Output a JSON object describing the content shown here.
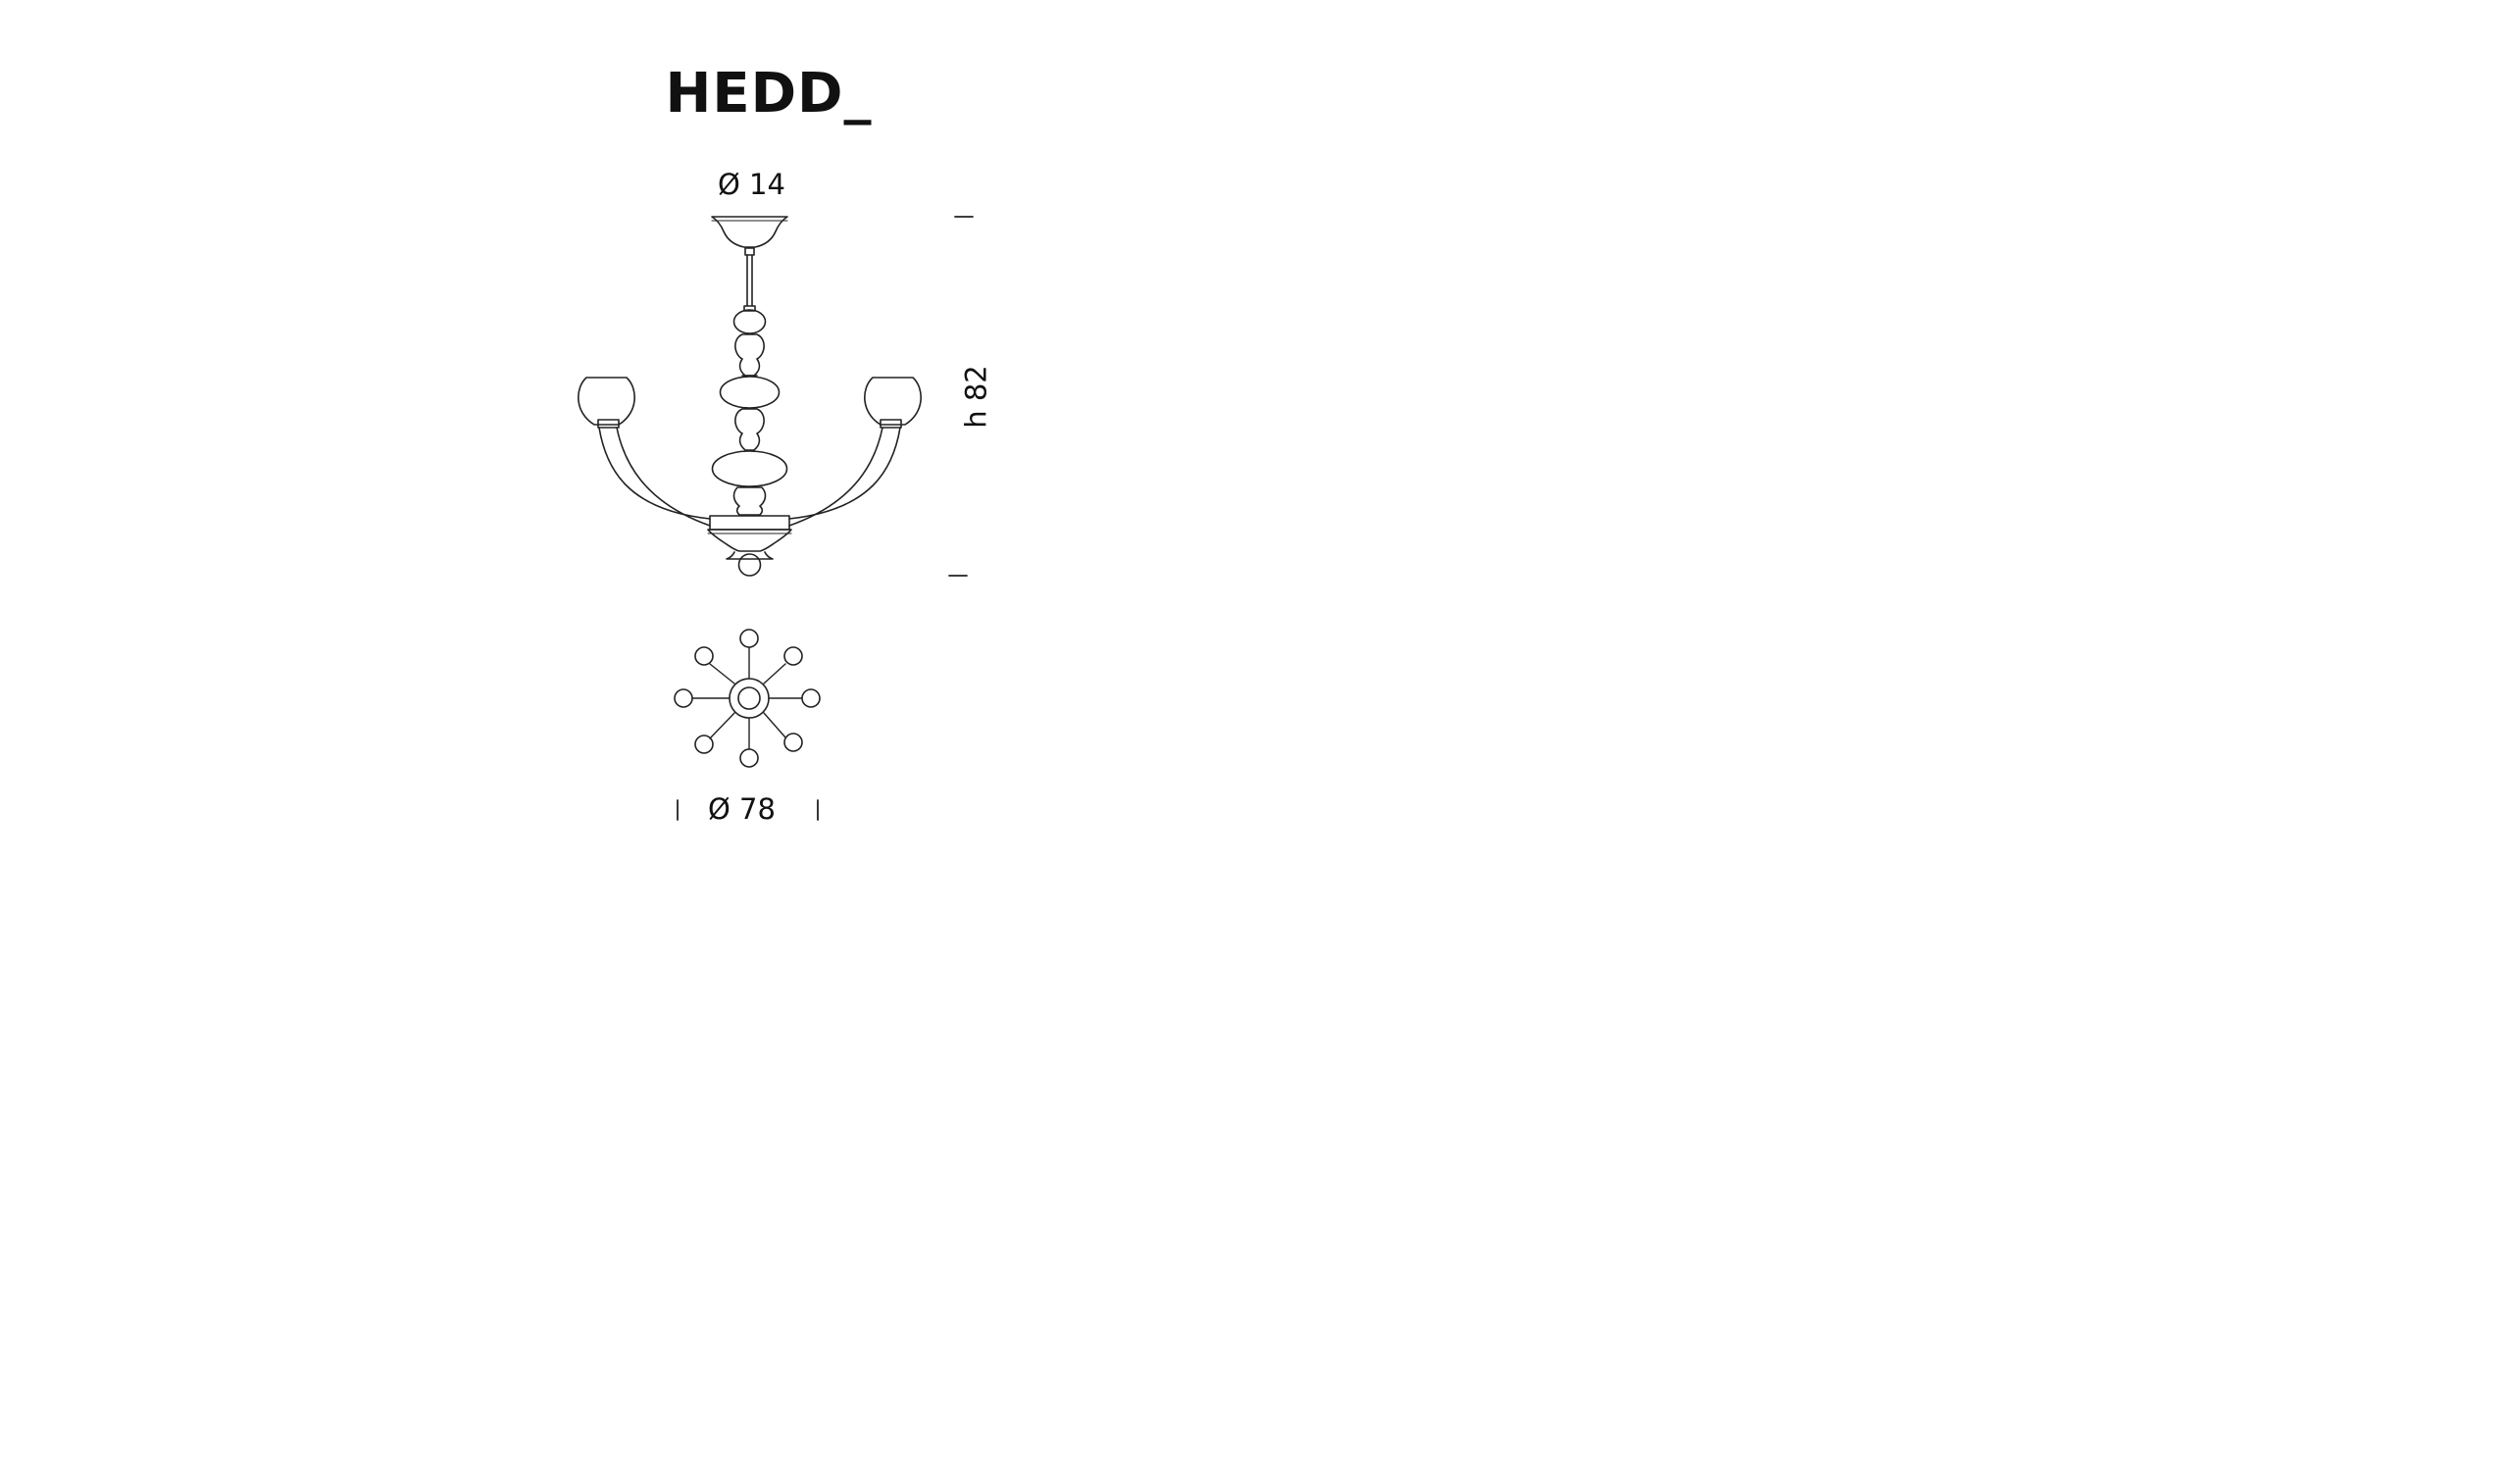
{
  "product": {
    "name": "HEDD_"
  },
  "dimensions": {
    "canopy_diameter": "Ø 14",
    "height": "h 82",
    "overall_diameter": "Ø 78"
  }
}
